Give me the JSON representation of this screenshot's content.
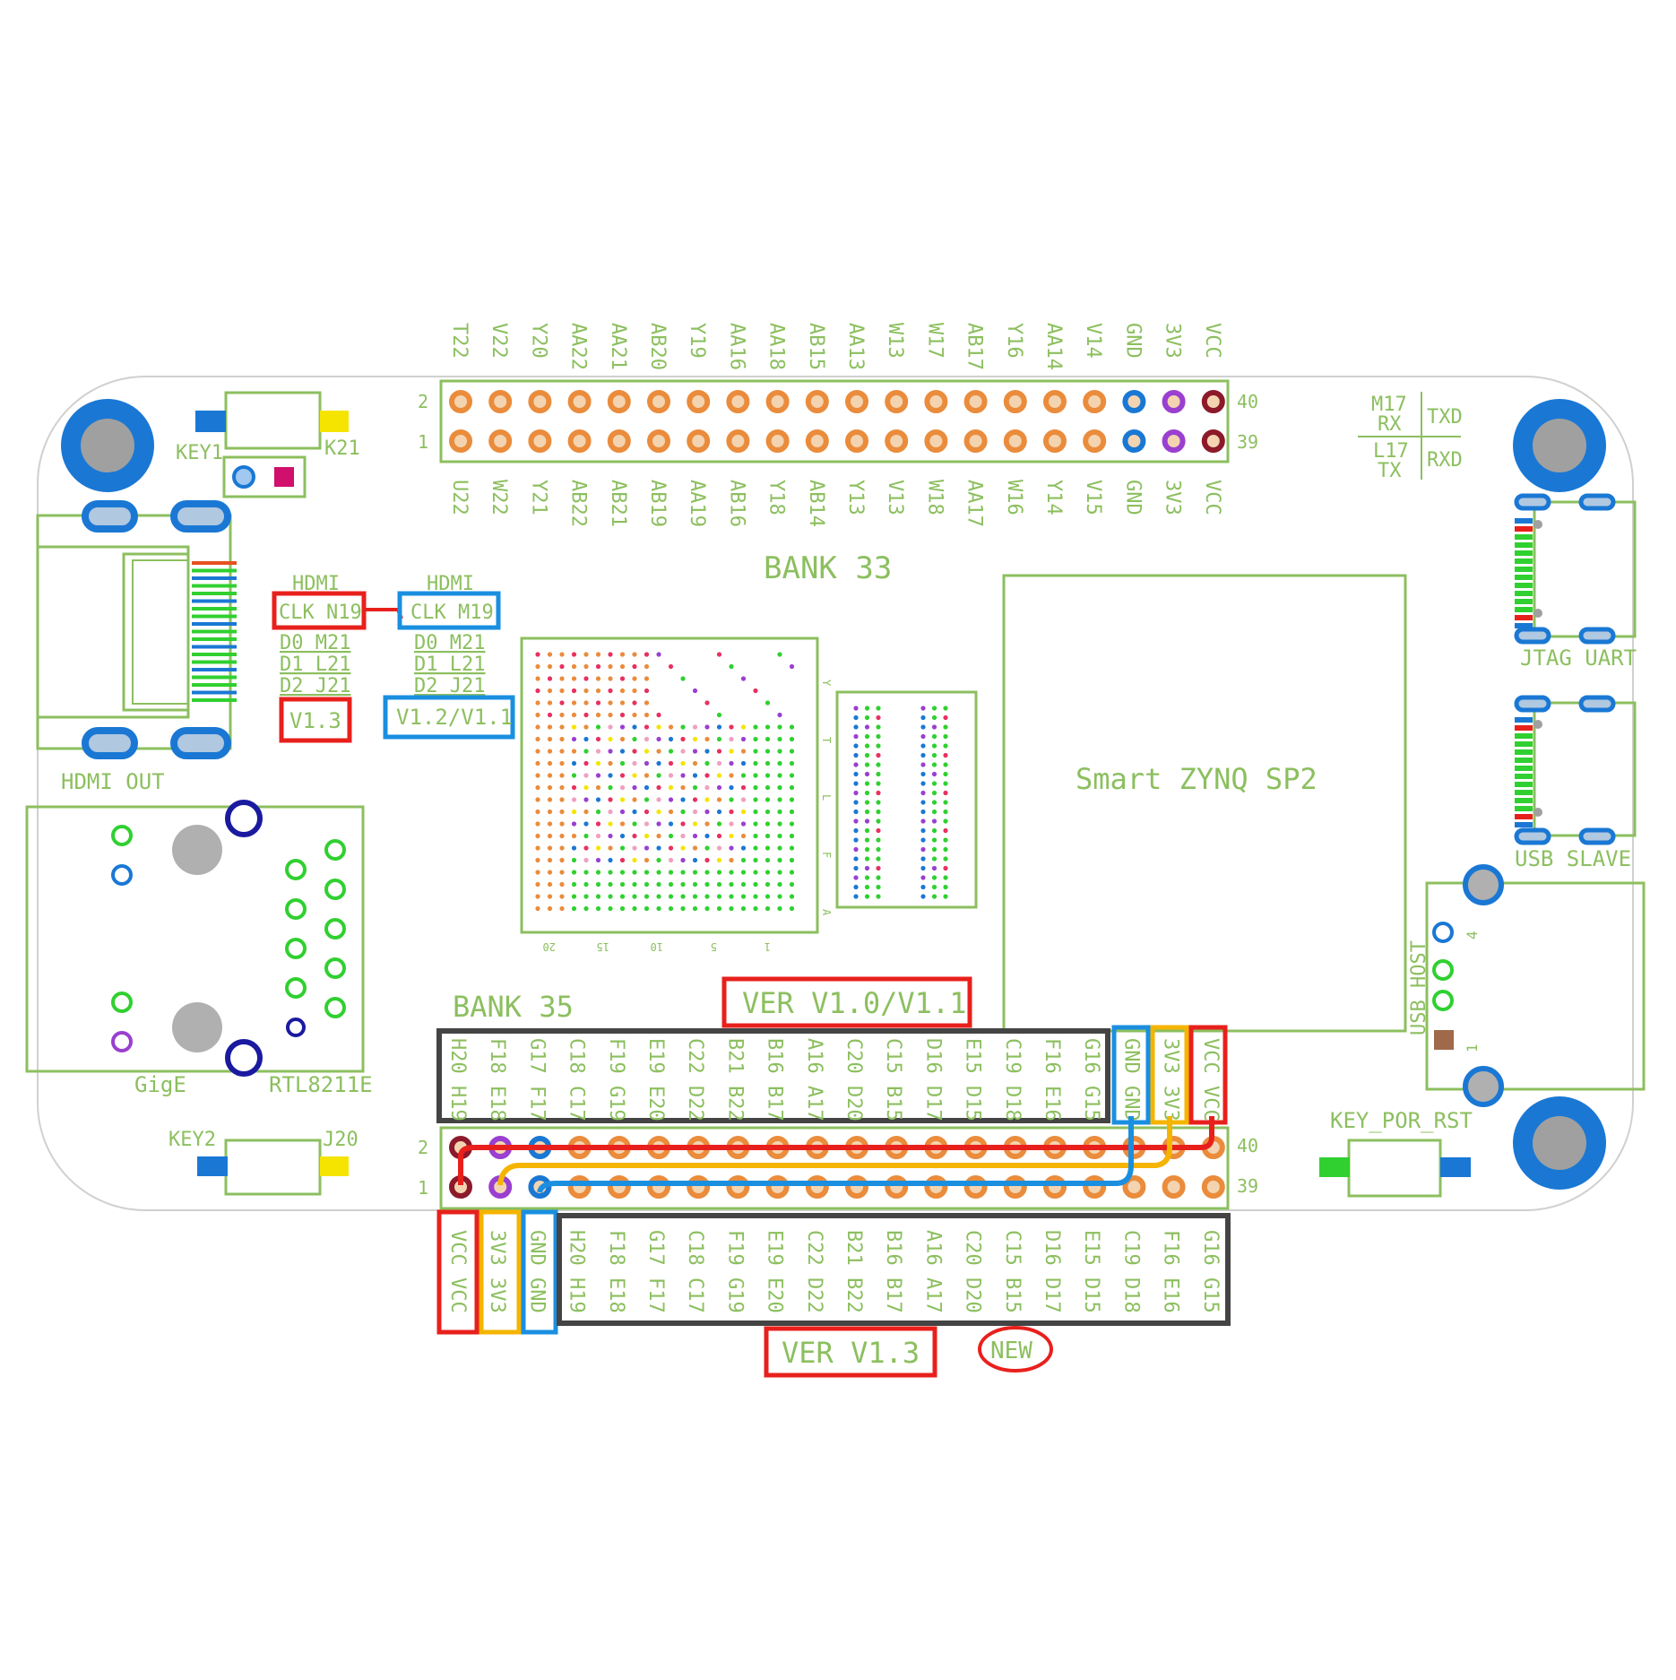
{
  "board": {
    "name": "Smart ZYNQ SP2",
    "colors": {
      "silk": "#8cbf5f",
      "pad": "#ea8c3c",
      "gnd_pad": "#1a78d4",
      "v3_pad": "#9a3fd0",
      "vcc_pad": "#8c1a2a",
      "red": "#e8201c",
      "blue": "#1a8fe0",
      "orange": "#f5b400",
      "gray": "#444444",
      "mount": "#1a78d4",
      "mount_core": "#a0a0a0"
    }
  },
  "labels": {
    "bank33": "BANK 33",
    "bank35": "BANK 35",
    "chip": "Smart ZYNQ SP2",
    "key1": "KEY1",
    "k21": "K21",
    "key2": "KEY2",
    "j20": "J20",
    "hdmi_out": "HDMI OUT",
    "gige": "GigE",
    "rtl": "RTL8211E",
    "jtag_uart": "JTAG UART",
    "usb_slave": "USB SLAVE",
    "usb_host": "USB HOST",
    "usb_host_pin4": "4",
    "usb_host_pin1": "1",
    "key_por_rst": "KEY_POR_RST",
    "uart_m17": "M17",
    "uart_rx": "RX",
    "uart_txd": "TXD",
    "uart_l17": "L17",
    "uart_tx": "TX",
    "uart_rxd": "RXD",
    "ver_v10": "VER V1.0/V1.1",
    "ver_v13": "VER V1.3",
    "new": "NEW",
    "hdmi_a": "HDMI",
    "hdmi_b": "HDMI",
    "clk_n19": "CLK N19",
    "clk_m19": "CLK M19",
    "d0_a": "D0 M21",
    "d1_a": "D1 L21",
    "d2_a": "D2 J21",
    "d0_b": "D0 M21",
    "d1_b": "D1 L21",
    "d2_b": "D2 J21",
    "v13": "V1.3",
    "v12": "V1.2/V1.1",
    "pin2_top": "2",
    "pin1_top": "1",
    "pin40_top": "40",
    "pin39_top": "39",
    "pin2_bot": "2",
    "pin1_bot": "1",
    "pin40_bot": "40",
    "pin39_bot": "39",
    "bga_axis": [
      "20",
      "15",
      "10",
      "5",
      "1"
    ],
    "bga_rows": [
      "Y",
      "T",
      "L",
      "F",
      "A"
    ]
  },
  "bank33_header": {
    "top_labels": [
      "T22",
      "V22",
      "Y20",
      "AA22",
      "AA21",
      "AB20",
      "Y19",
      "AA16",
      "AA18",
      "AB15",
      "AA13",
      "W13",
      "W17",
      "AB17",
      "Y16",
      "AA14",
      "V14",
      "GND",
      "3V3",
      "VCC"
    ],
    "bottom_labels": [
      "U22",
      "W22",
      "Y21",
      "AB22",
      "AB21",
      "AB19",
      "AA19",
      "AB16",
      "Y18",
      "AB14",
      "Y13",
      "V13",
      "W18",
      "AA17",
      "W16",
      "Y14",
      "V15",
      "GND",
      "3V3",
      "VCC"
    ]
  },
  "bank35_header": {
    "old_labels": [
      "H20 H19",
      "F18 E18",
      "G17 F17",
      "C18 C17",
      "F19 G19",
      "E19 E20",
      "C22 D22",
      "B21 B22",
      "B16 B17",
      "A16 A17",
      "C20 D20",
      "C15 B15",
      "D16 D17",
      "E15 D15",
      "C19 D18",
      "F16 E16",
      "G16 G15",
      "GND GND",
      "3V3 3V3",
      "VCC VCC"
    ],
    "new_labels": [
      "VCC VCC",
      "3V3 3V3",
      "GND GND",
      "H20 H19",
      "F18 E18",
      "G17 F17",
      "C18 C17",
      "F19 G19",
      "E19 E20",
      "C22 D22",
      "B21 B22",
      "B16 B17",
      "A16 A17",
      "C20 D20",
      "C15 B15",
      "D16 D17",
      "E15 D15",
      "C19 D18",
      "F16 E16",
      "G16 G15"
    ]
  }
}
